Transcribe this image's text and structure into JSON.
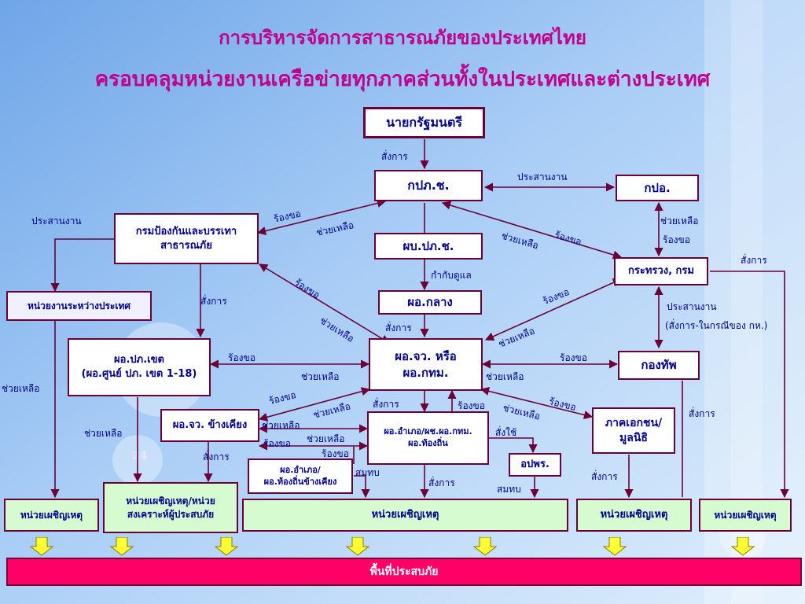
{
  "title_line1": "การบริหารจัดการสาธารณภัยของประเทศไทย",
  "title_line2": "ครอบคลุมหน่วยงานเครือข่ายทุกภาคส่วนทั้งในประเทศและต่างประเทศ",
  "slide_number": "24",
  "boxes": {
    "pm": "นายกรัฐมนตรี",
    "kpc": "กปภ.ช.",
    "kpo": "กปอ.",
    "dept_1": "กรมป้องกันและบรรเทา",
    "dept_2": "สาธารณภัย",
    "phb": "ผบ.ปภ.ช.",
    "intl": "หน่วยงานระหว่างประเทศ",
    "ministry": "กระทรวง, กรม",
    "central": "ผอ.กลาง",
    "zone_1": "ผอ.ปภ.เขต",
    "zone_2": "(ผอ.ศูนย์ ปภ. เขต 1-18)",
    "province_1": "ผอ.จว. หรือ",
    "province_2": "ผอ.กทม.",
    "army": "กองทัพ",
    "neighbor": "ผอ.จว. ข้างเคียง",
    "district_1": "ผอ.อำเภอ/ผช.ผอ.กทม.",
    "district_2": "ผอ.ท้องถิ่น",
    "private_1": "ภาคเอกชน/",
    "private_2": "มูลนิธิ",
    "apor": "อปพร.",
    "nbdistrict_1": "ผอ.อำเภอ/",
    "nbdistrict_2": "ผอ.ท้องถิ่นข้างเคียง",
    "resp_left": "หน่วยเผชิญเหตุ",
    "resp_welfare_1": "หน่วยเผชิญเหตุ/หน่วย",
    "resp_welfare_2": "สงเคราะห์ผู้ประสบภัย",
    "resp_center": "หน่วยเผชิญเหตุ",
    "resp_private": "หน่วยเผชิญเหตุ",
    "resp_right": "หน่วยเผชิญเหตุ"
  },
  "labels": {
    "command_pm": "สั่งการ",
    "coord_kpc_kpo": "ประสานงาน",
    "coord_dept_intl": "ประสานงาน",
    "request_dept_kpc": "ร้องขอ",
    "help_kpc_dept": "ช่วยเหลือ",
    "help_kpo_ministry": "ช่วยเหลือ",
    "request_ministry_kpo": "ร้องขอ",
    "help_kpc_ministry": "ช่วยเหลือ",
    "request_ministry_kpc": "ร้องขอ",
    "command_right": "สั่งการ",
    "supervise": "กำกับดูแล",
    "request_dept_province": "ร้องขอ",
    "command_dept_zone": "สั่งการ",
    "request_province_ministry": "ร้องขอ",
    "coord_ministry_army": "ประสานงาน",
    "coord_note": "(สั่งการ-ในกรณีของ กห.)",
    "command_central": "สั่งการ",
    "help_dept_province": "ช่วยเหลือ",
    "help_province_ministry": "ช่วยเหลือ",
    "request_zone_province": "ร้องขอ",
    "help_zone_province": "ช่วยเหลือ",
    "request_province_army": "ร้องขอ",
    "help_province_army": "ช่วยเหลือ",
    "help_far_left": "ช่วยเหลือ",
    "request_neighbor": "ร้องขอ",
    "help_neighbor": "ช่วยเหลือ",
    "command_province": "สั่งการ",
    "request_district": "ร้องขอ",
    "request_private": "ร้องขอ",
    "help_private": "ช่วยเหลือ",
    "command_private_resp": "สั่งการ",
    "help_zone_resp": "ช่วยเหลือ",
    "help_neighbor_district": "ช่วยเหลือ",
    "command_use": "สั่งใช้",
    "request_nb_district": "ร้องขอ",
    "help_nb_district": "ช่วยเหลือ",
    "request_nb_district2": "ร้องขอ",
    "command_neighbor": "สั่งการ",
    "support_nb": "สมทบ",
    "command_district": "สั่งการ",
    "command_private": "สั่งการ",
    "support_apor": "สมทบ"
  },
  "disaster_area": "พื้นที่ประสบภัย",
  "colors": {
    "title": "#c0008c",
    "box_text": "#00008b",
    "box_border": "#6b0038",
    "disaster_bar": "#ff0066",
    "response_fill": "#d6fbd0",
    "down_arrow": "#ffff33"
  }
}
